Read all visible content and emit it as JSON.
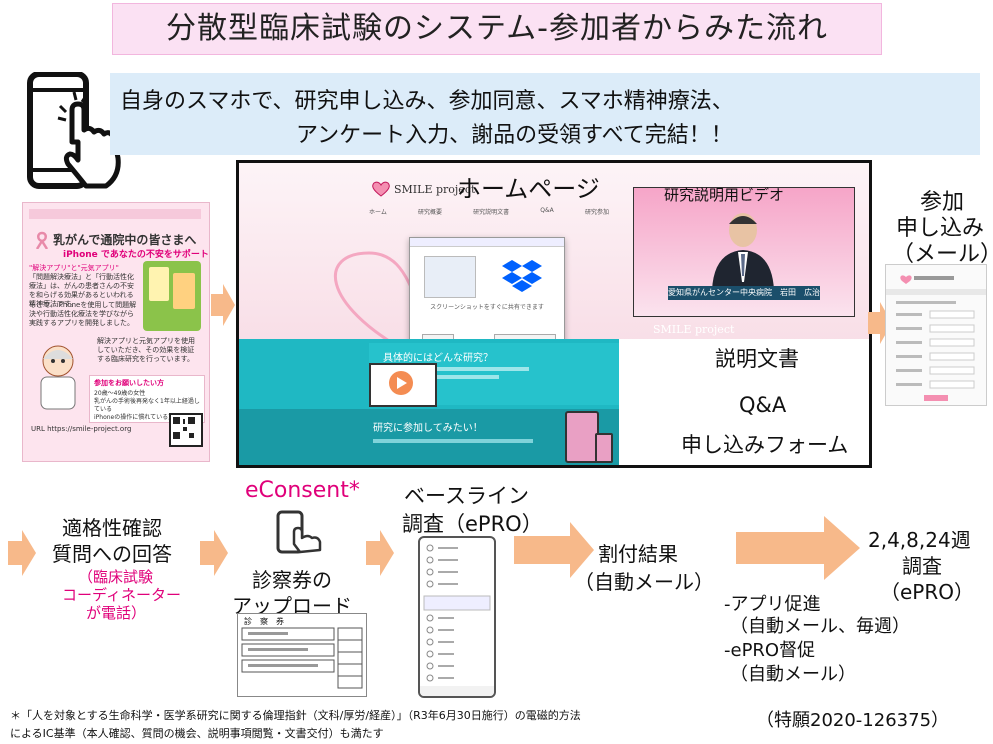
{
  "title": "分散型臨床試験のシステム-参加者からみた流れ",
  "subtitle": {
    "line1": "自身のスマホで、研究申し込み、参加同意、スマホ精神療法、",
    "line2": "アンケート入力、謝品の受領すべて完結！！"
  },
  "flyer": {
    "heading": "乳がんで通院中の皆さまへ",
    "subheading": "iPhone であなたの不安をサポート",
    "app_label": "\"解決アプリ\"と\"元気アプリ\"",
    "intro": "「問題解決療法」と「行動活性化療法」は、がんの患者さんの不安を和らげる効果があるといわれる精神療法です。",
    "body": "そこで、iPhoneを使用して問題解決や行動活性化療法を学びながら実践するアプリを開発しました。",
    "request": "解決アプリと元気アプリを使用していただき、その効果を検証する臨床研究を行っています。",
    "conditions_title": "参加をお願いしたい方",
    "conditions": [
      "20歳～49歳の女性",
      "乳がんの手術後再発なく1年以上経過している",
      "iPhoneの操作に慣れている方"
    ],
    "url_line": "URL https://smile-project.org"
  },
  "website": {
    "logo": "SMILE project",
    "home_label": "ホームページ",
    "nav": [
      "ホーム",
      "研究概要",
      "研究説明文書",
      "Q&A",
      "研究参加"
    ],
    "video_label": "研究説明用ビデオ",
    "video_caption": "愛知県がんセンター中央病院　岩田　広治",
    "dialog_text": "スクリーンショットをすぐに共有できます",
    "banner1": "具体的にはどんな研究？",
    "banner2": "研究に参加してみたい！",
    "watermark": "SMILE project",
    "doc_label": "説明文書",
    "qa_label": "Q&A",
    "form_label": "申し込みフォーム"
  },
  "apply": {
    "line1": "参加",
    "line2": "申し込み",
    "line3": "（メール）"
  },
  "steps": {
    "eligibility_line1": "適格性確認",
    "eligibility_line2": "質問への回答",
    "coordinator_line1": "（臨床試験",
    "coordinator_line2": "コーディネーター",
    "coordinator_line3": "が電話）",
    "econsent": "eConsent*",
    "upload_line1": "診察券の",
    "upload_line2": "アップロード",
    "ticket_title": "診　察　券",
    "baseline_line1": "ベースライン",
    "baseline_line2": "調査（ePRO）",
    "allocation_line1": "割付結果",
    "allocation_line2": "（自動メール）",
    "followup_line1": "2,4,8,24週",
    "followup_line2": "調査",
    "followup_line3": "（ePRO）",
    "reminder_line1": "-アプリ促進",
    "reminder_line2": "（自動メール、毎週）",
    "reminder_line3": "-ePRO督促",
    "reminder_line4": "（自動メール）"
  },
  "footnote": {
    "line1": "＊「人を対象とする生命科学・医学系研究に関する倫理指針（文科/厚労/経産）」（R3年6月30日施行）の電磁的方法",
    "line2": "によるIC基準（本人確認、質問の機会、説明事項閲覧・文書交付）も満たす"
  },
  "patent": "（特願2020-126375）",
  "colors": {
    "title_bg": "#fbe1f3",
    "subtitle_bg": "#dcecf9",
    "arrow": "#f7b98a",
    "accent_pink": "#e0007a",
    "teal": "#1fb8c3"
  }
}
